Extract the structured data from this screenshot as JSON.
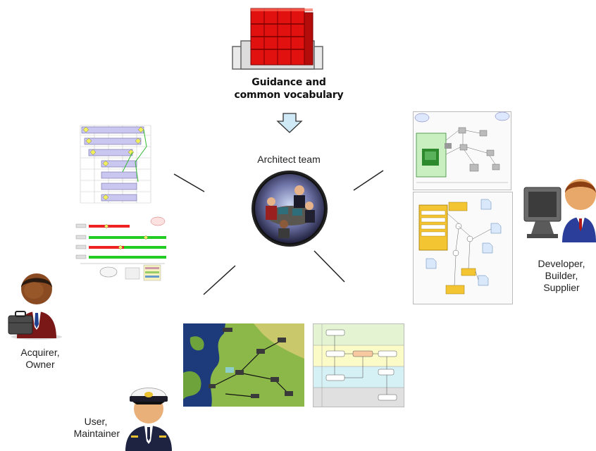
{
  "guidance": {
    "line1": "Guidance and",
    "line2": "common vocabulary"
  },
  "architect": {
    "label": "Architect team"
  },
  "roles": {
    "developer": [
      "Developer,",
      "Builder,",
      "Supplier"
    ],
    "acquirer": [
      "Acquirer,",
      "Owner"
    ],
    "user": [
      "User,",
      "Maintainer"
    ]
  },
  "icons": {
    "books": "books-icon",
    "arrow": "down-arrow-icon",
    "team": "meeting-team-icon",
    "developer": "developer-at-computer-icon",
    "acquirer": "businessman-with-briefcase-icon",
    "user": "naval-officer-icon"
  },
  "colors": {
    "books": "#e0110f",
    "arrow": "#a8d8f0",
    "connector": "#222222"
  }
}
